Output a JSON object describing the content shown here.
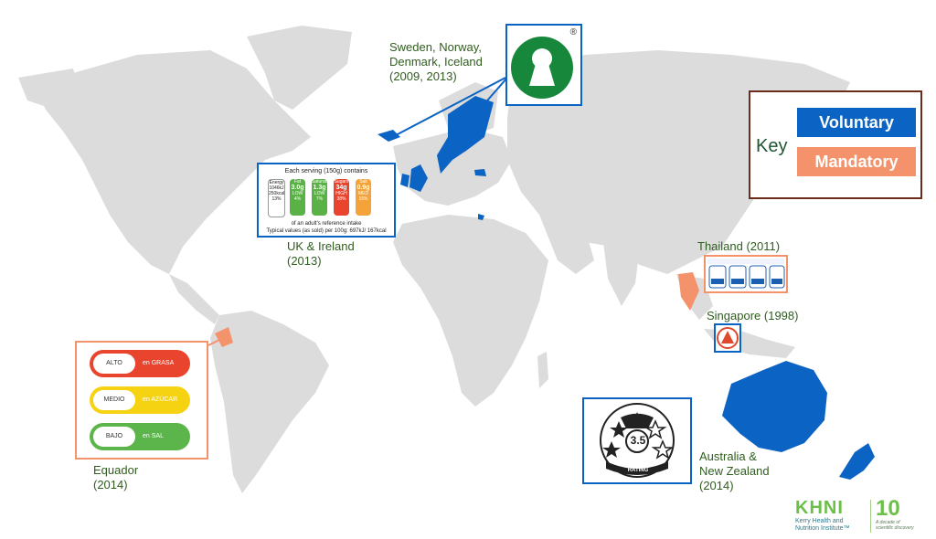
{
  "key": {
    "title": "Key",
    "voluntary_label": "Voluntary",
    "mandatory_label": "Mandatory",
    "voluntary_color": "#0b63c4",
    "mandatory_color": "#f4936b",
    "border_color": "#6b2c1c"
  },
  "regions": {
    "nordic": {
      "label": "Sweden, Norway,\nDenmark, Iceland\n(2009, 2013)",
      "logo": "keyhole-icon",
      "reg": "®"
    },
    "uk": {
      "label": "UK & Ireland\n(2013)",
      "header": "Each serving (150g) contains",
      "cells": [
        {
          "name": "Energy",
          "value": "1046kJ\n250kcal",
          "level": "",
          "pct": "13%"
        },
        {
          "name": "Fat",
          "value": "3.0g",
          "level": "LOW",
          "pct": "4%"
        },
        {
          "name": "Saturates",
          "value": "1.3g",
          "level": "LOW",
          "pct": "7%"
        },
        {
          "name": "Sugars",
          "value": "34g",
          "level": "HIGH",
          "pct": "38%"
        },
        {
          "name": "Salt",
          "value": "0.9g",
          "level": "MED",
          "pct": "15%"
        }
      ],
      "footer1": "of an adult's reference intake",
      "footer2": "Typical values (as sold) per 100g: 697kJ/ 167kcal"
    },
    "thailand": {
      "label": "Thailand (2011)"
    },
    "singapore": {
      "label": "Singapore (1998)"
    },
    "australia": {
      "label": "Australia &\nNew Zealand\n(2014)",
      "rating": "3.5",
      "rating_text1": "HEALTH STAR",
      "rating_text2": "RATING"
    },
    "ecuador": {
      "label": "Equador\n(2014)",
      "rows": [
        {
          "level": "ALTO",
          "nutrient": "en GRASA",
          "color": "#e8442e"
        },
        {
          "level": "MEDIO",
          "nutrient": "en AZÚCAR",
          "color": "#f5d312"
        },
        {
          "level": "BAJO",
          "nutrient": "en SAL",
          "color": "#5bb54a"
        }
      ]
    }
  },
  "brand": {
    "name": "KHNI",
    "sub1": "Kerry Health and",
    "sub2": "Nutrition Institute™",
    "ten": "10",
    "tagline": "A decade of\nscientific discovery"
  }
}
